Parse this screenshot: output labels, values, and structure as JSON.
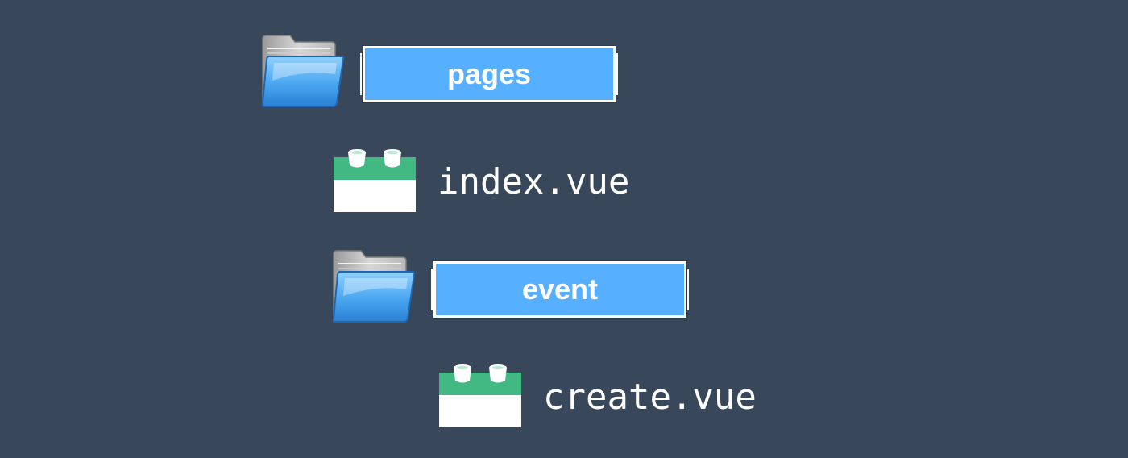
{
  "tree": {
    "folders": [
      {
        "name": "pages",
        "icon": "open-folder-icon"
      },
      {
        "name": "event",
        "icon": "open-folder-icon"
      }
    ],
    "files": [
      {
        "name": "index.vue",
        "icon": "vue-file-icon"
      },
      {
        "name": "create.vue",
        "icon": "vue-file-icon"
      }
    ]
  },
  "colors": {
    "background": "#384759",
    "folder_label_bg": "#56afff",
    "vue_green": "#42b883"
  }
}
